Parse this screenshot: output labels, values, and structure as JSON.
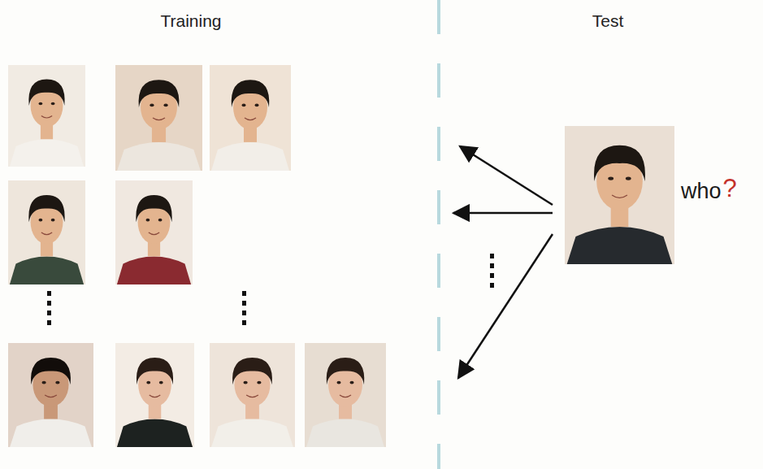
{
  "diagram": {
    "labels": [
      "Training",
      "Test",
      "who",
      "?"
    ]
  }
}
